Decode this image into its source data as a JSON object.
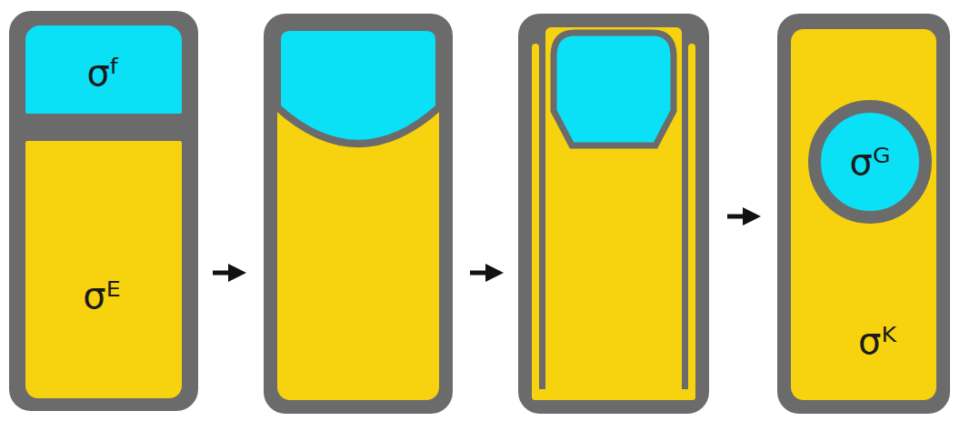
{
  "diagram": {
    "nodes": [
      {
        "text": [
          "σᶠ"
        ]
      },
      {
        "text": [
          "σᴱ"
        ]
      },
      {
        "text": [
          "σᴷ"
        ]
      },
      {
        "text": [
          "σᴳ"
        ],
        "in": 2
      }
    ]
  }
}
